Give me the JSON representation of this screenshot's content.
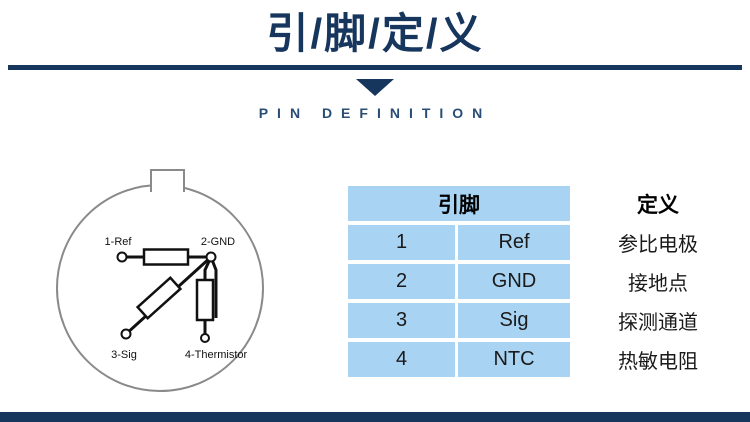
{
  "colors": {
    "accent_navy": "#17365d",
    "table_blue": "#a8d3f3"
  },
  "header": {
    "title": "引/脚/定/义",
    "subtitle": "PIN DEFINITION"
  },
  "diagram": {
    "pins": [
      {
        "label": "1-Ref"
      },
      {
        "label": "2-GND"
      },
      {
        "label": "3-Sig"
      },
      {
        "label": "4-Thermistor"
      }
    ]
  },
  "table": {
    "header": {
      "pin": "引脚",
      "definition": "定义"
    },
    "rows": [
      {
        "num": "1",
        "name": "Ref",
        "definition": "参比电极"
      },
      {
        "num": "2",
        "name": "GND",
        "definition": "接地点"
      },
      {
        "num": "3",
        "name": "Sig",
        "definition": "探测通道"
      },
      {
        "num": "4",
        "name": "NTC",
        "definition": "热敏电阻"
      }
    ]
  }
}
